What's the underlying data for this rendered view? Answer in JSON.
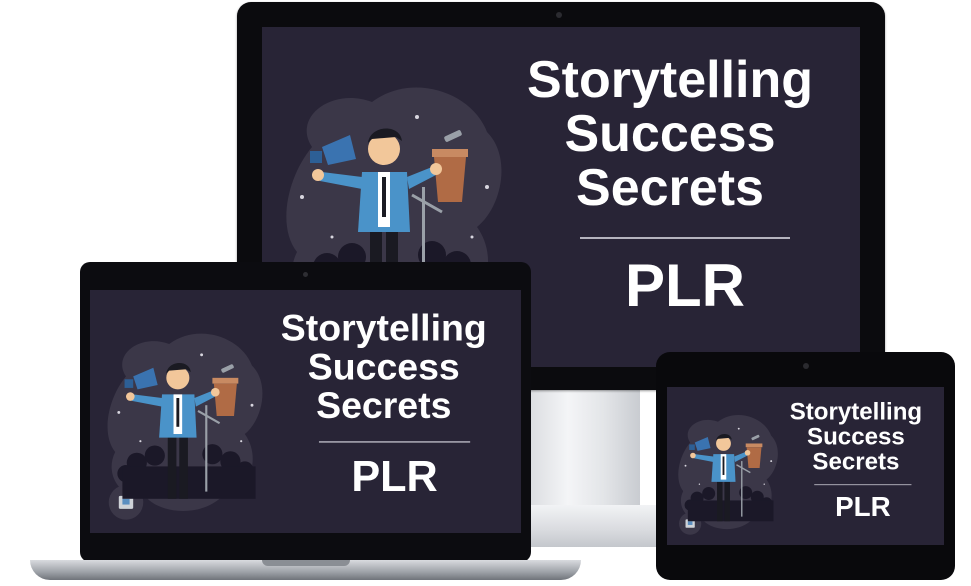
{
  "product": {
    "title_lines": [
      "Storytelling",
      "Success",
      "Secrets"
    ],
    "subtitle": "PLR"
  },
  "colors": {
    "screen_bg": "#282436",
    "text": "#ffffff",
    "shirt": "#4a93c9",
    "podium": "#b06b45",
    "blob": "#3b3748"
  },
  "devices": [
    "monitor",
    "laptop",
    "tablet"
  ]
}
